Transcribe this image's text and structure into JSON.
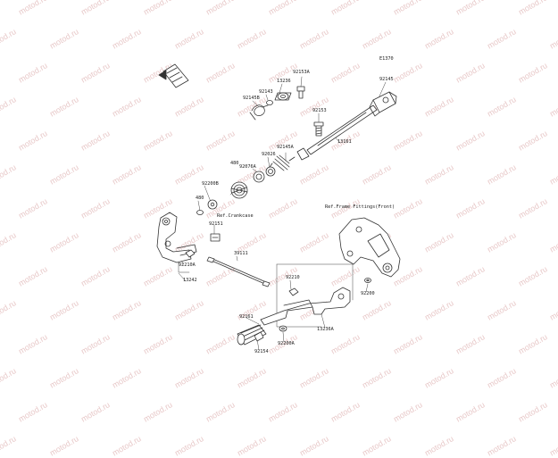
{
  "watermark": {
    "text": "motod.ru",
    "color": "#e8c9c9"
  },
  "diagram": {
    "code": "E1370",
    "labels": {
      "p92153A": "92153A",
      "p13236": "13236",
      "p92143": "92143",
      "p92145B": "92145B",
      "p92145": "92145",
      "p92153": "92153",
      "p13161": "13161",
      "p92145A": "92145A",
      "p92026": "92026",
      "p92076A": "92076A",
      "p480a": "480",
      "p92200B": "92200B",
      "p480b": "480",
      "pRefCrankcase": "Ref.Crankcase",
      "p92151": "92151",
      "p39111": "39111",
      "p92210A": "92210A",
      "p13242": "13242",
      "pRefFrame": "Ref.Frame Fittings(Front)",
      "p92210": "92210",
      "p92200": "92200",
      "p92161": "92161",
      "p92200A": "92200A",
      "p13236A": "13236A",
      "p92154": "92154"
    }
  }
}
